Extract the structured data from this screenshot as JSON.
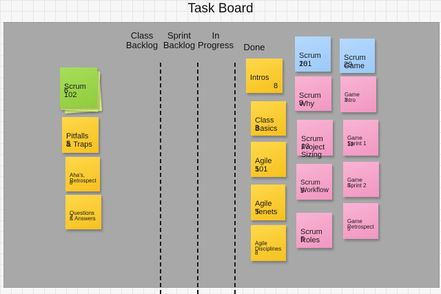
{
  "title": "Task Board",
  "columns": [
    {
      "label": "Class\nBacklog"
    },
    {
      "label": "Sprint\nBacklog"
    },
    {
      "label": "In\nProgress"
    },
    {
      "label": "Done"
    }
  ],
  "notes": {
    "scrum102": {
      "title": "Scrum\n102",
      "number": "6",
      "color": "#96d147"
    },
    "pitfalls": {
      "title": "Pitfalls\n& Traps",
      "number": "5",
      "color": "#f7c622"
    },
    "ahas": {
      "title": "Aha's,\nRetrospect",
      "number": "8",
      "color": "#f7c622"
    },
    "questions": {
      "title": "Questions\n& Answers",
      "number": "3",
      "color": "#f7c622"
    },
    "intros": {
      "title": "Intros",
      "number": "8",
      "color": "#f7c622"
    },
    "class_basics": {
      "title": "Class\nBasics",
      "number": "3",
      "color": "#f7c622"
    },
    "agile101": {
      "title": "Agile\n101",
      "number": "5",
      "color": "#f7c622"
    },
    "agile_tenets": {
      "title": "Agile\nTenets",
      "number": "5",
      "color": "#f7c622"
    },
    "agile_disciplines": {
      "title": "Agile\nDisciplines",
      "number": "8",
      "color": "#f7c622"
    },
    "scrum101": {
      "title": "Scrum\n101",
      "number": "26",
      "color": "#a6d0fa"
    },
    "scrum_game": {
      "title": "Scrum\nGame",
      "number": "29",
      "color": "#a6d0fa"
    },
    "scrum_why": {
      "title": "Scrum\nWhy",
      "number": "3",
      "color": "#f4a6ca"
    },
    "game_intro": {
      "title": "Game\nIntro",
      "number": "3",
      "color": "#f4a6ca"
    },
    "scrum_project_sizing": {
      "title": "Scrum\nProject\nSizing",
      "number": "13",
      "color": "#f4a6ca"
    },
    "game_sprint1": {
      "title": "Game\nSprint 1",
      "number": "13",
      "color": "#f4a6ca"
    },
    "scrum_workflow": {
      "title": "Scrum\nWorkflow",
      "number": "5",
      "color": "#f4a6ca"
    },
    "game_sprint2": {
      "title": "Game\nSprint 2",
      "number": "8",
      "color": "#f4a6ca"
    },
    "scrum_roles": {
      "title": "Scrum\nRoles",
      "number": "5",
      "color": "#f4a6ca"
    },
    "game_retrospect": {
      "title": "Game\nRetrospect",
      "number": "5",
      "color": "#f4a6ca"
    }
  }
}
